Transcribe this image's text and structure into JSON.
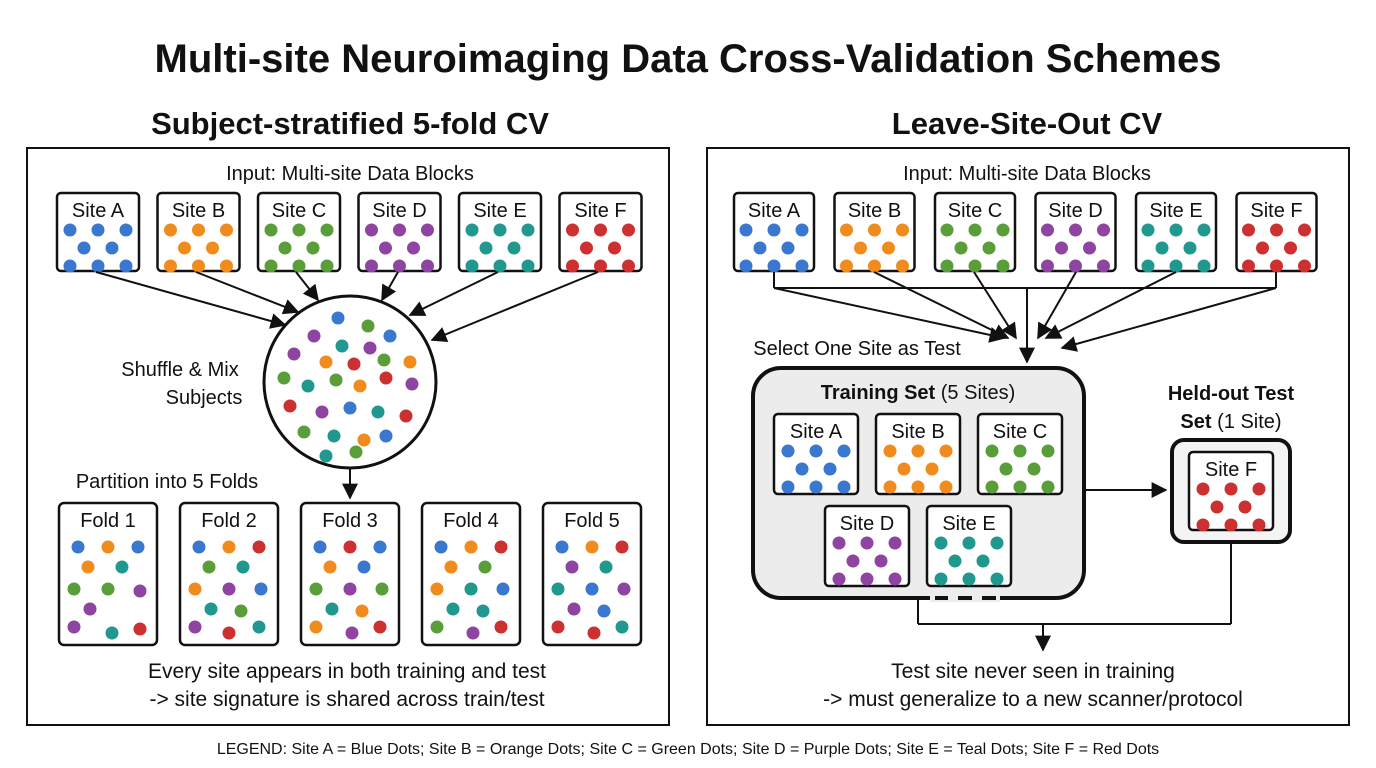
{
  "title": "Multi-site Neuroimaging Data Cross-Validation Schemes",
  "left": {
    "heading": "Subject-stratified 5-fold CV",
    "input_label": "Input: Multi-site Data Blocks",
    "sites": [
      "Site A",
      "Site B",
      "Site C",
      "Site D",
      "Site E",
      "Site F"
    ],
    "shuffle_label_1": "Shuffle & Mix",
    "shuffle_label_2": "Subjects",
    "partition_label": "Partition into 5 Folds",
    "folds": [
      "Fold 1",
      "Fold 2",
      "Fold 3",
      "Fold 4",
      "Fold 5"
    ],
    "caption_1": "Every site appears in both training and test",
    "caption_2": "-> site signature is shared across train/test"
  },
  "right": {
    "heading": "Leave-Site-Out CV",
    "input_label": "Input: Multi-site Data Blocks",
    "sites": [
      "Site A",
      "Site B",
      "Site C",
      "Site D",
      "Site E",
      "Site F"
    ],
    "select_label": "Select One Site as Test",
    "training_bold": "Training Set",
    "training_rest": " (5 Sites)",
    "training_sites": [
      "Site A",
      "Site B",
      "Site C",
      "Site D",
      "Site E"
    ],
    "heldout_bold_1": "Held-out Test",
    "heldout_bold_2": "Set",
    "heldout_rest_2": " (1 Site)",
    "heldout_site": "Site F",
    "caption_1": "Test site never seen in training",
    "caption_2": "-> must generalize to a new scanner/protocol"
  },
  "legend": "LEGEND: Site A = Blue Dots; Site B = Orange Dots; Site C = Green Dots; Site D = Purple Dots; Site E = Teal Dots; Site F = Red Dots",
  "colors": {
    "site_a": "#3a78d0",
    "site_b": "#f08c1e",
    "site_c": "#5a9e3a",
    "site_d": "#8e44a0",
    "site_e": "#20988e",
    "site_f": "#cc3030",
    "training_fill": "#ececec"
  }
}
